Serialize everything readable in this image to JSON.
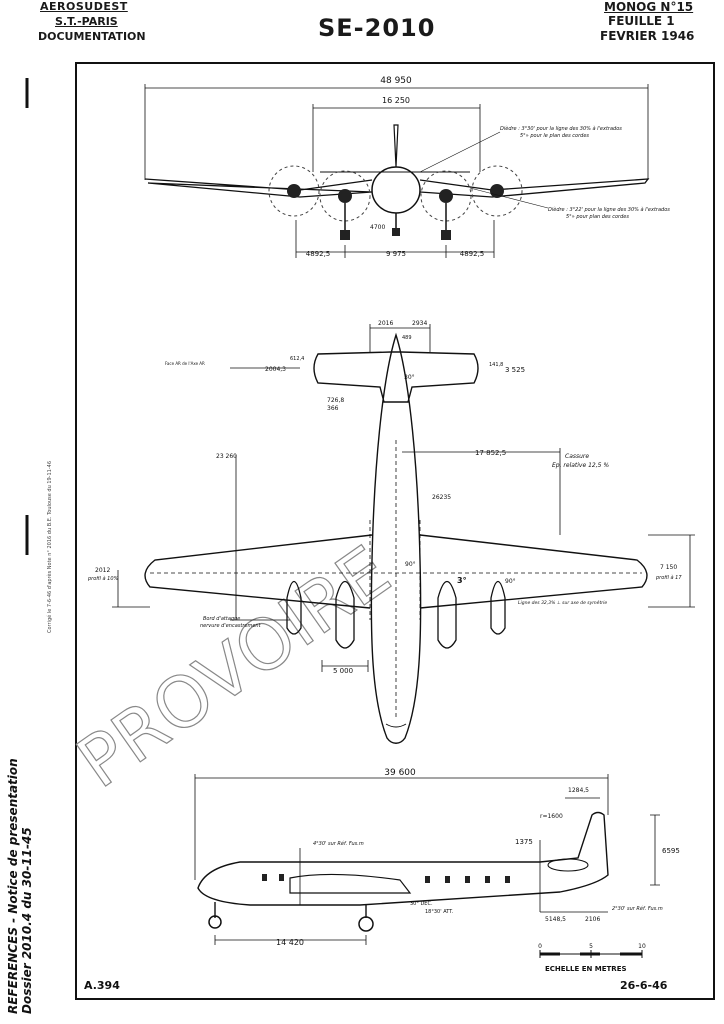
{
  "header": {
    "org_line1": "AEROSUDEST",
    "org_line2": "S.T.-PARIS",
    "org_line3": "DOCUMENTATION",
    "title": "SE-2010",
    "mono_line1": "MONOG N°15",
    "mono_line2": "FEUILLE 1",
    "mono_line3": "FEVRIER 1946"
  },
  "footer": {
    "sheet_code": "A.394",
    "date": "26-6-46",
    "references_line1": "REFERENCES - Notice de presentation",
    "references_line2": "Dossier 2010.4 du 30-11-45",
    "correction_note": "Corrigé le 7-6-46 d'après Note n° 2016 du B.E. Toulouse du 19-11-46"
  },
  "watermark": "PROVOIRE",
  "front_view": {
    "span": "48 950",
    "tail_span": "16 250",
    "dihedral_inner_1": "Dièdre : 3°30' pour la ligne des 30% à l'extrados",
    "dihedral_inner_2": "5°» pour le plan des cordes",
    "dihedral_outer_1": "Dièdre : 3°22' pour la ligne des 30% à l'extrados",
    "dihedral_outer_2": "5°» pour plan des cordes",
    "prop_gap": "4700",
    "outer_left": "4892,5",
    "track": "9 975",
    "outer_right": "4892,5"
  },
  "plan_view": {
    "stab_root": "2016",
    "stab_tip": "2934",
    "stab_offset": "489",
    "stab_depth_left": "2004,3",
    "stab_small": "612,4",
    "stab_right": "141,8",
    "stab_chord": "3 525",
    "face_note": "Face AR de l'Axe AR",
    "angle_30": "30°",
    "tail_dim_a": "726,8",
    "tail_dim_b": "366",
    "fuselage_len": "23 260",
    "wing_semi": "17 852,5",
    "cassure": "Cassure",
    "ep_relative": "Ep. relative 12,5 %",
    "root_dim": "26235",
    "profile_left": "2012",
    "profile_left_note": "profil à 10%",
    "profile_right": "7 150",
    "profile_right_note": "profil à 17",
    "angle_90": "90°",
    "sweep_angle": "3°",
    "leading_edge_1": "Bord d'attaque",
    "leading_edge_2": "nervure d'encastrement",
    "line_note": "Ligne des 32,3% ⊥ sur axe de symétrie",
    "engine_gap": "5 000",
    "angle_90b": "90°"
  },
  "side_view": {
    "length": "39 600",
    "fin_offset": "1284,5",
    "fin_radius": "r=1600",
    "fin_height": "6595",
    "fin_dim": "1375",
    "incidence_1": "4°30' sur Réf. Fus.m",
    "incidence_2": "2°30' sur Réf. Fus.m",
    "angle_dec": "30° DEC.",
    "angle_att": "18°30' ATT.",
    "tail_dim_1": "5148,5",
    "tail_dim_2": "2106",
    "wheelbase": "14 420"
  },
  "scale": {
    "label": "ECHELLE EN METRES",
    "ticks": [
      "0",
      "5",
      "10"
    ]
  }
}
